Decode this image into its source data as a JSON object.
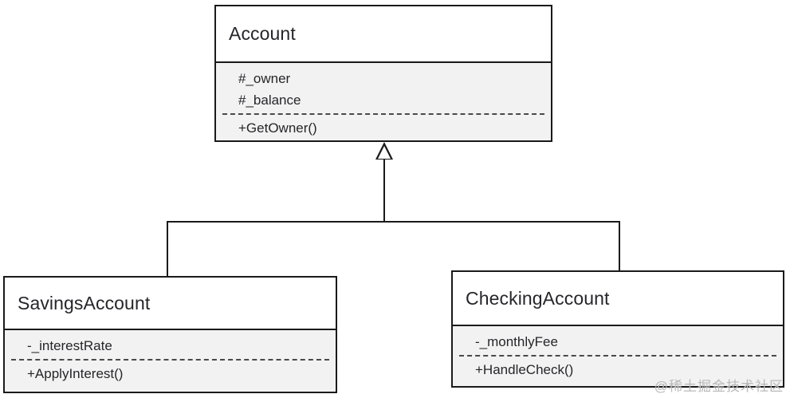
{
  "diagram": {
    "type": "uml-class-diagram",
    "background_color": "#ffffff",
    "border_color": "#1a1a1a",
    "compartment_color": "#f2f2f2",
    "text_color": "#26262a",
    "relationship": "generalization"
  },
  "classes": {
    "account": {
      "name": "Account",
      "attributes": [
        "#_owner",
        "#_balance"
      ],
      "operations": [
        "+GetOwner()"
      ]
    },
    "savings": {
      "name": "SavingsAccount",
      "attributes": [
        "-_interestRate"
      ],
      "operations": [
        "+ApplyInterest()"
      ]
    },
    "checking": {
      "name": "CheckingAccount",
      "attributes": [
        "-_monthlyFee"
      ],
      "operations": [
        "+HandleCheck()"
      ]
    }
  },
  "watermark": {
    "text": "@稀土掘金技术社区"
  }
}
